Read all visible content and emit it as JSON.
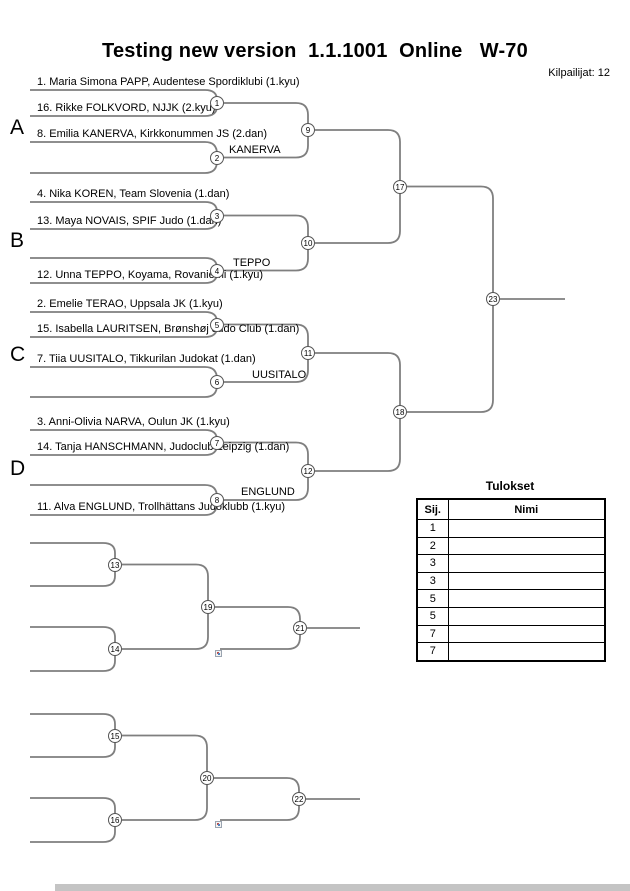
{
  "header": {
    "title": "Testing new version  1.1.1001  Online   W-70",
    "participants": "Kilpailijat: 12"
  },
  "bracket": {
    "groups": [
      "A",
      "B",
      "C",
      "D"
    ],
    "entries": [
      "1. Maria Simona PAPP, Audentese Spordiklubi (1.kyu)",
      "16. Rikke FOLKVORD, NJJK (2.kyu)",
      "8. Emilia KANERVA, Kirkkonummen JS (2.dan)",
      "4. Nika KOREN, Team Slovenia (1.dan)",
      "13. Maya NOVAIS, SPIF Judo (1.dan)",
      "12. Unna TEPPO, Koyama, Rovaniemi (1.kyu)",
      "2. Emelie TERAO, Uppsala JK (1.kyu)",
      "15. Isabella LAURITSEN, Brønshøj Judo Club (1.dan)",
      "7. Tiia UUSITALO, Tikkurilan Judokat (1.dan)",
      "3. Anni-Olivia NARVA, Oulun JK (1.kyu)",
      "14. Tanja HANSCHMANN, Judoclub Leipzig (1.dan)",
      "11. Alva ENGLUND, Trollhättans Judoklubb (1.kyu)"
    ],
    "winners": [
      "KANERVA",
      "TEPPO",
      "UUSITALO",
      "ENGLUND"
    ],
    "circles": [
      "1",
      "2",
      "3",
      "4",
      "5",
      "6",
      "7",
      "8",
      "9",
      "10",
      "11",
      "12",
      "13",
      "14",
      "15",
      "16",
      "17",
      "18",
      "19",
      "20",
      "21",
      "22",
      "23"
    ]
  },
  "results": {
    "title": "Tulokset",
    "columns": [
      "Sij.",
      "Nimi"
    ],
    "rows": [
      {
        "sij": "1",
        "nimi": ""
      },
      {
        "sij": "2",
        "nimi": ""
      },
      {
        "sij": "3",
        "nimi": ""
      },
      {
        "sij": "3",
        "nimi": ""
      },
      {
        "sij": "5",
        "nimi": ""
      },
      {
        "sij": "5",
        "nimi": ""
      },
      {
        "sij": "7",
        "nimi": ""
      },
      {
        "sij": "7",
        "nimi": ""
      }
    ]
  },
  "colors": {
    "line": "#7f7f7f",
    "text": "#000000",
    "table_border": "#000000",
    "bottom_bar": "#c4c4c4"
  }
}
